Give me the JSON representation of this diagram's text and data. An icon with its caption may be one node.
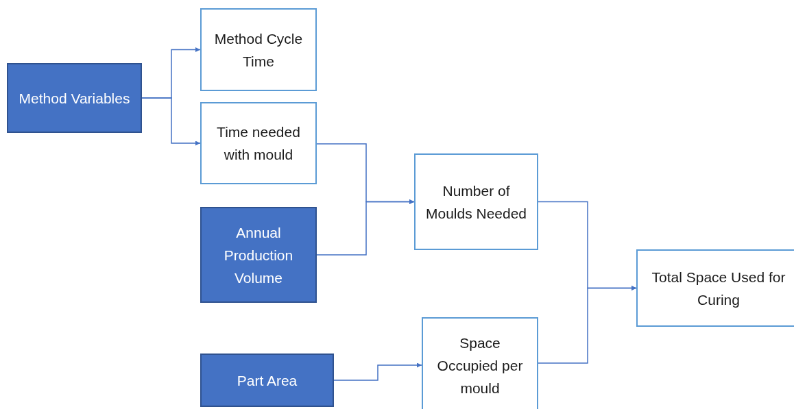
{
  "diagram": {
    "nodes": [
      {
        "text": [
          "Method Variables"
        ]
      },
      {
        "text": [
          "Method Cycle Time"
        ]
      },
      {
        "text": [
          "Time needed with mould"
        ]
      },
      {
        "text": [
          "Annual Production Volume"
        ]
      },
      {
        "text": [
          "Number of Moulds Needed"
        ]
      },
      {
        "text": [
          "Part Area"
        ]
      },
      {
        "text": [
          "Space Occupied per mould"
        ]
      },
      {
        "text": [
          "Total Space Used for Curing"
        ]
      }
    ],
    "edges": [
      {
        "from": 0,
        "to": 1,
        "arrow": "to"
      },
      {
        "from": 0,
        "to": 2,
        "arrow": "to"
      },
      {
        "from": 2,
        "to": 4,
        "arrow": "to"
      },
      {
        "from": 3,
        "to": 4,
        "arrow": "to"
      },
      {
        "from": 5,
        "to": 6,
        "arrow": "to"
      },
      {
        "from": 4,
        "to": 7,
        "arrow": "to"
      },
      {
        "from": 6,
        "to": 7,
        "arrow": "to"
      }
    ]
  }
}
